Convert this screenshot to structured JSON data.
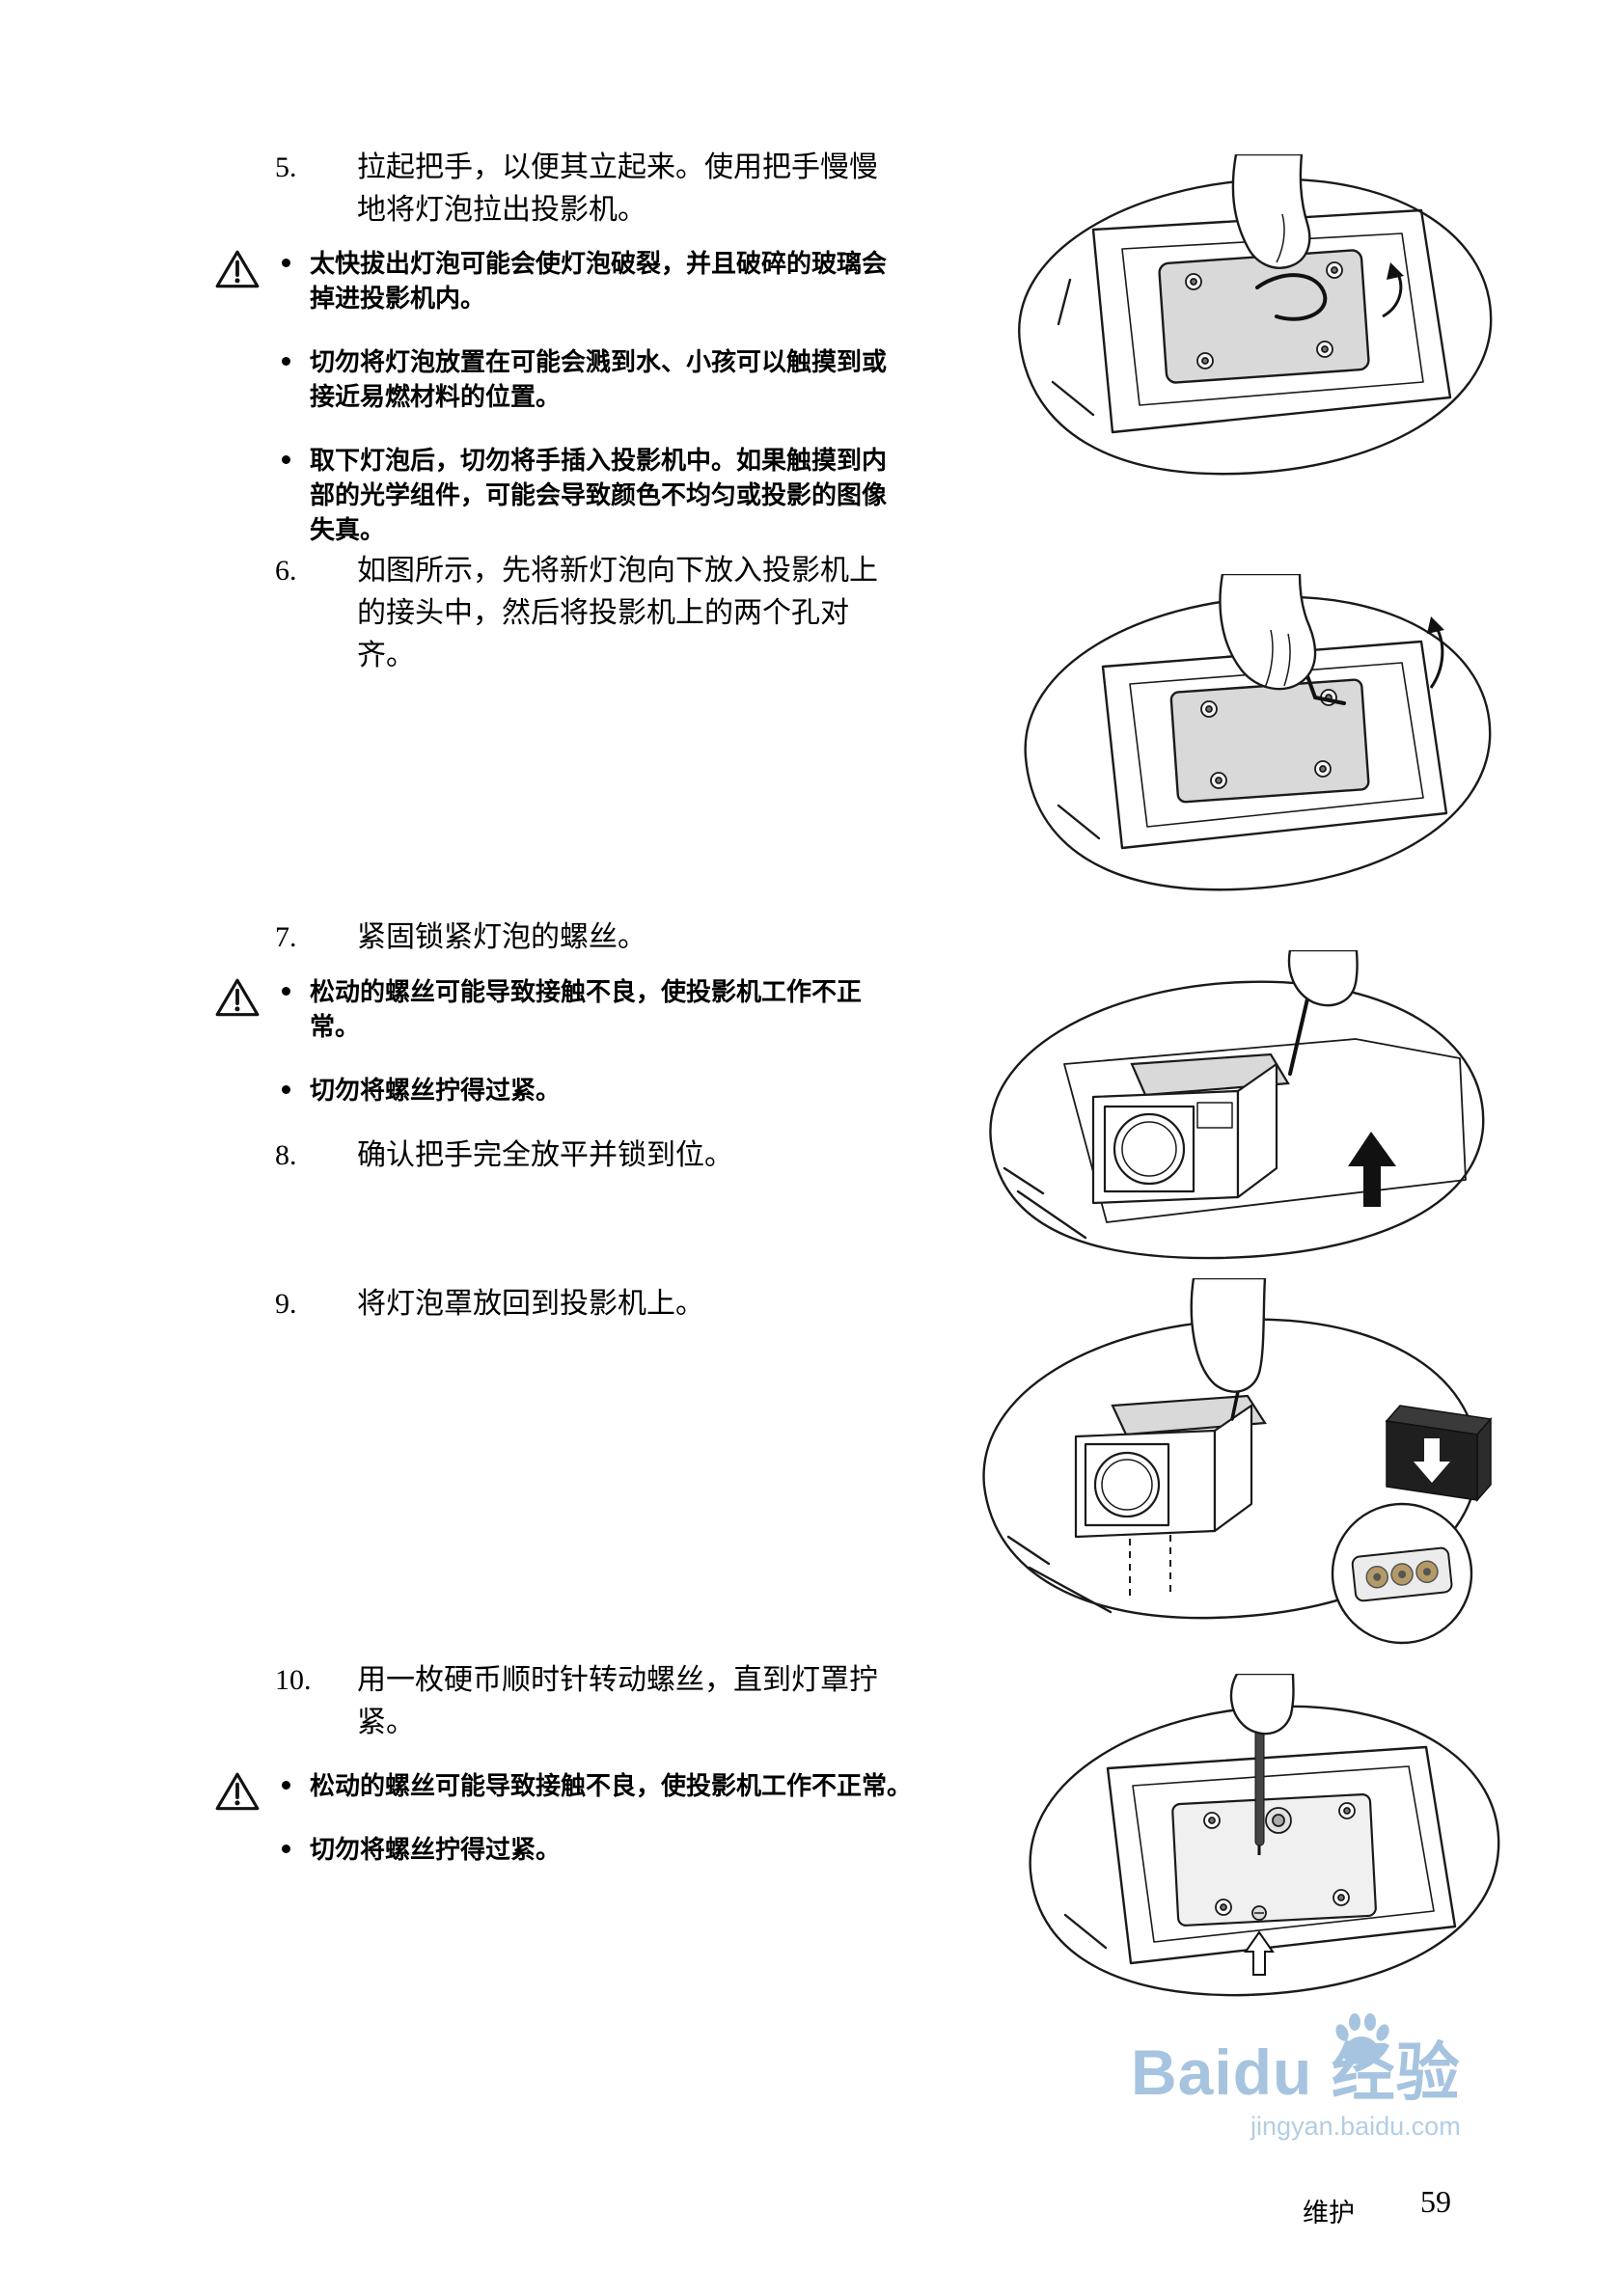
{
  "document": {
    "steps": [
      {
        "num": "5.",
        "text": "拉起把手，以便其立起来。使用把手慢慢地将灯泡拉出投影机。"
      },
      {
        "num": "6.",
        "text": "如图所示，先将新灯泡向下放入投影机上的接头中，然后将投影机上的两个孔对齐。"
      },
      {
        "num": "7.",
        "text": "紧固锁紧灯泡的螺丝。"
      },
      {
        "num": "8.",
        "text": "确认把手完全放平并锁到位。"
      },
      {
        "num": "9.",
        "text": "将灯泡罩放回到投影机上。"
      },
      {
        "num": "10.",
        "text": "用一枚硬币顺时针转动螺丝，直到灯罩拧紧。"
      }
    ],
    "warnings": [
      {
        "items": [
          "太快拔出灯泡可能会使灯泡破裂，并且破碎的玻璃会掉进投影机内。",
          "切勿将灯泡放置在可能会溅到水、小孩可以触摸到或接近易燃材料的位置。",
          "取下灯泡后，切勿将手插入投影机中。如果触摸到内部的光学组件，可能会导致颜色不均匀或投影的图像失真。"
        ]
      },
      {
        "items": [
          "松动的螺丝可能导致接触不良，使投影机工作不正常。",
          "切勿将螺丝拧得过紧。"
        ]
      },
      {
        "items": [
          "松动的螺丝可能导致接触不良，使投影机工作不正常。",
          "切勿将螺丝拧得过紧。"
        ]
      }
    ],
    "figures": [
      {
        "name": "hand-pulling-lamp-out-with-handle"
      },
      {
        "name": "hand-inserting-new-lamp"
      },
      {
        "name": "tightening-lamp-screws-with-hex-key"
      },
      {
        "name": "replacing-lamp-cover-and-connector-inset"
      },
      {
        "name": "tightening-cover-screw-with-screwdriver"
      }
    ],
    "footer": {
      "section_label": "维护",
      "page_number": "59"
    },
    "watermark": {
      "logo_text": "Baidu",
      "logo_suffix": "经验",
      "url": "jingyan.baidu.com",
      "color": "#a6c4df"
    }
  }
}
